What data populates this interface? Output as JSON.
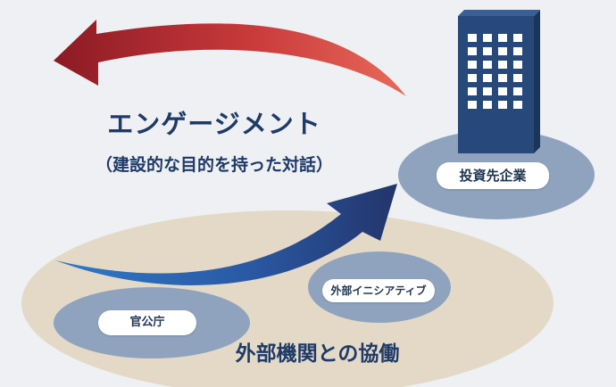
{
  "engagement": {
    "title": "エンゲージメント",
    "subtitle": "（建設的な目的を持った対話）"
  },
  "nodes": {
    "company": "投資先企業",
    "initiative": "外部イニシアティブ",
    "government": "官公庁"
  },
  "collaboration": {
    "label": "外部機関との協働"
  },
  "colors": {
    "background": "#eef0f3",
    "beige_area": "#e3d9c6",
    "node_ellipse": "#8fa3bf",
    "building": "#27487a",
    "text_primary": "#1f3a68",
    "arrow_red_dark": "#8b1a25",
    "arrow_red_light": "#e05a4e",
    "arrow_blue_dark": "#233a6e",
    "arrow_blue_light": "#2d74c4"
  },
  "icons": [
    "building-icon",
    "red-arrow",
    "blue-arrow"
  ]
}
